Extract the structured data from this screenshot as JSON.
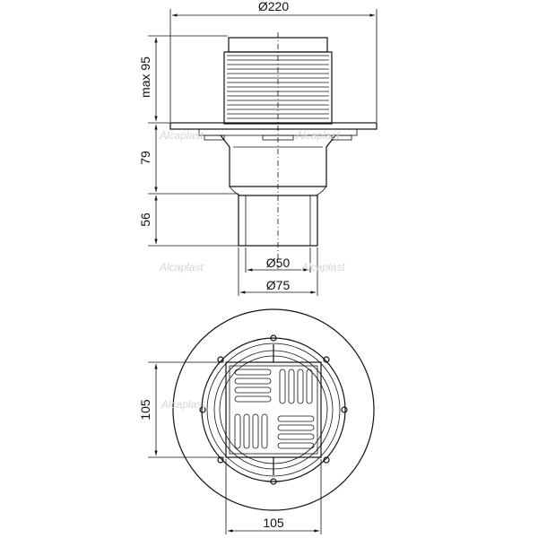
{
  "dimensions": {
    "overall_diameter": "Ø220",
    "outlet_inner": "Ø50",
    "outlet_outer": "Ø75",
    "height_top": "max 95",
    "height_body": "79",
    "height_outlet": "56",
    "grate_height": "105",
    "grate_width": "105"
  },
  "watermark": "Alcaplast"
}
